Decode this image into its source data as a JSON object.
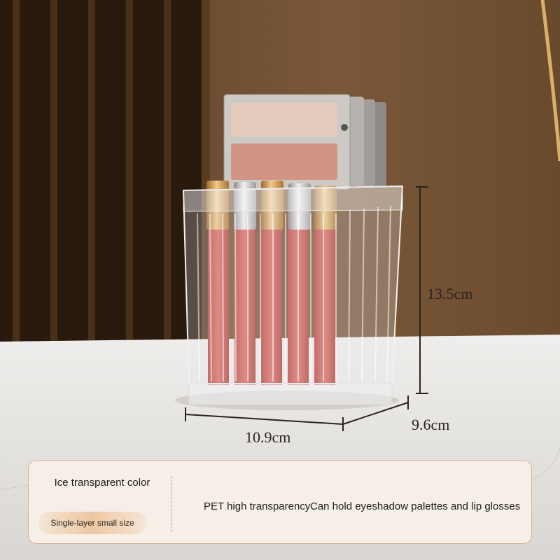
{
  "colors": {
    "wall": "#6a4d31",
    "panel_dark": "#2a1a0e",
    "countertop": "#e7e5e3",
    "lip_gloss": "#c9524c",
    "cap_gold": "#c9944a",
    "panel_border": "#d8b48e"
  },
  "icons": {
    "product": "clear-cosmetic-organizer-image"
  },
  "dimensions": {
    "height": "13.5cm",
    "width": "10.9cm",
    "depth": "9.6cm"
  },
  "info_panel": {
    "color_title": "Ice transparent color",
    "size_label": "Single-layer small size",
    "feature_1": "PET high transparency",
    "feature_2": "Can hold eyeshadow palettes and lip glosses"
  }
}
